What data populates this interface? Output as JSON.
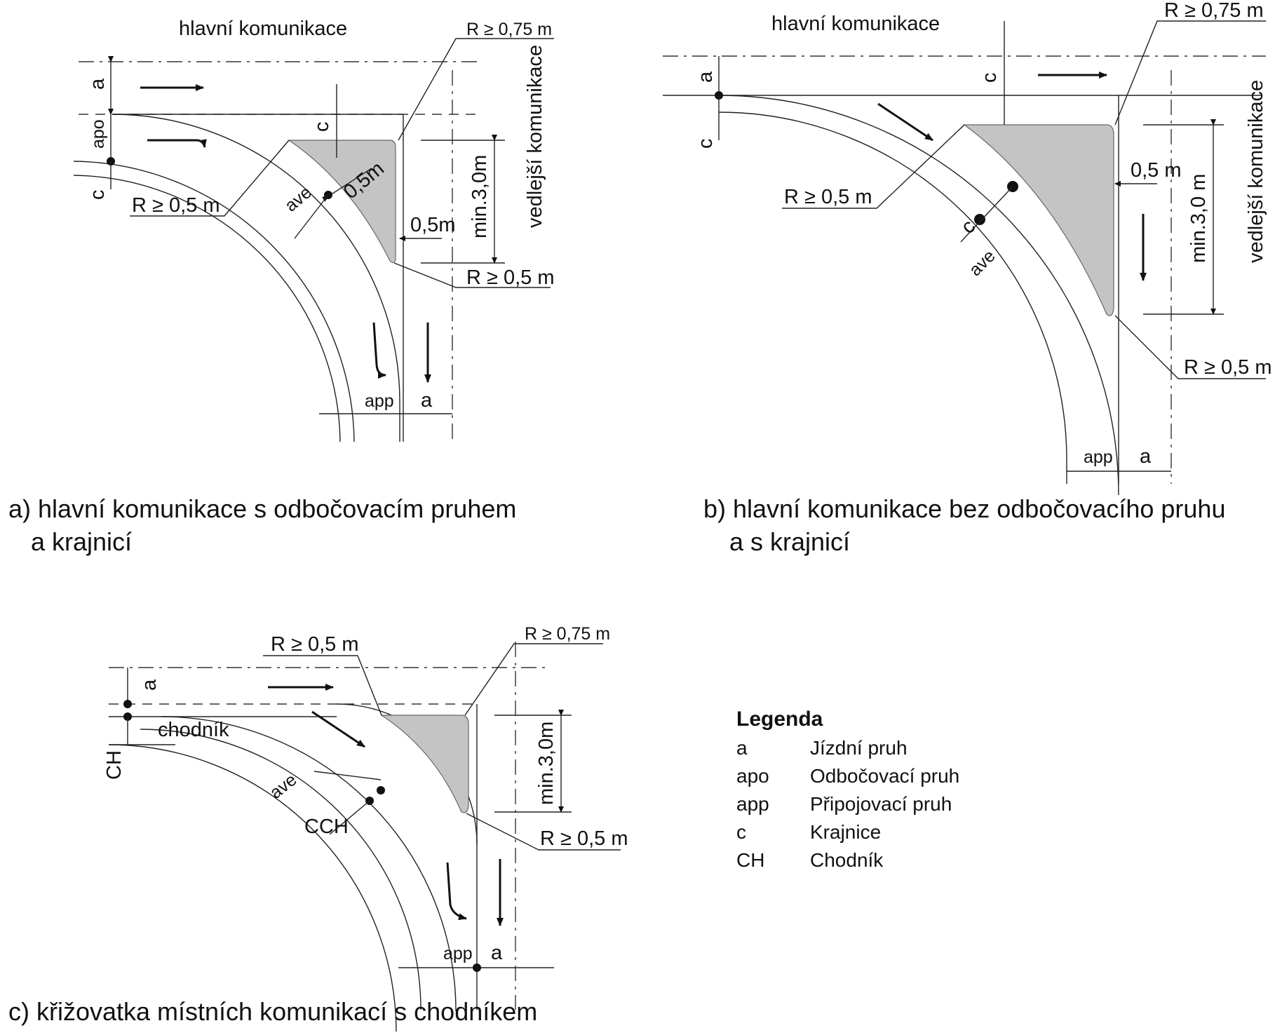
{
  "panel_a": {
    "title": "hlavní komunikace",
    "side_road": "vedlejší komunikace",
    "r075": "R ≥ 0,75 m",
    "r05_left": "R ≥ 0,5 m",
    "r05_right": "R ≥ 0,5 m",
    "dim_a_left": "a",
    "dim_apo": "apo",
    "dim_c_left": "c",
    "dim_c_top": "c",
    "dim_05_diag": "0,5m",
    "dim_05": "0,5m",
    "dim_min3": "min.3,0m",
    "dim_ave": "ave",
    "dim_app": "app",
    "dim_a_bottom": "a",
    "caption_1": "a) hlavní komunikace s odbočovacím pruhem",
    "caption_2": "a krajnicí"
  },
  "panel_b": {
    "title": "hlavní komunikace",
    "side_road": "vedlejší komunikace",
    "r075": "R ≥ 0,75 m",
    "r05_left": "R ≥ 0,5 m",
    "r05_right": "R ≥ 0,5 m",
    "dim_a_left": "a",
    "dim_c_left": "c",
    "dim_c_top": "c",
    "dim_05": "0,5 m",
    "dim_min3": "min.3,0 m",
    "dim_c_diag": "c",
    "dim_ave": "ave",
    "dim_app": "app",
    "dim_a_bottom": "a",
    "caption_1": "b) hlavní komunikace bez odbočovacího pruhu",
    "caption_2": "a s krajnicí"
  },
  "panel_c": {
    "r05_top": "R ≥ 0,5 m",
    "r075": "R ≥ 0,75 m",
    "r05_right": "R ≥ 0,5 m",
    "dim_a_left": "a",
    "sidewalk": "chodník",
    "dim_ch": "CH",
    "dim_min3": "min.3,0m",
    "dim_ave": "ave",
    "dim_cch": "CCH",
    "dim_app": "app",
    "dim_a_bottom": "a",
    "caption": "c) křižovatka místních komunikací s chodníkem"
  },
  "legend": {
    "title": "Legenda",
    "items": [
      {
        "symbol": "a",
        "label": "Jízdní pruh"
      },
      {
        "symbol": "apo",
        "label": "Odbočovací pruh"
      },
      {
        "symbol": "app",
        "label": "Připojovací pruh"
      },
      {
        "symbol": "c",
        "label": "Krajnice"
      },
      {
        "symbol": "CH",
        "label": "Chodník"
      }
    ]
  },
  "colors": {
    "island_fill": "#c4c4c4",
    "line": "#111111"
  }
}
